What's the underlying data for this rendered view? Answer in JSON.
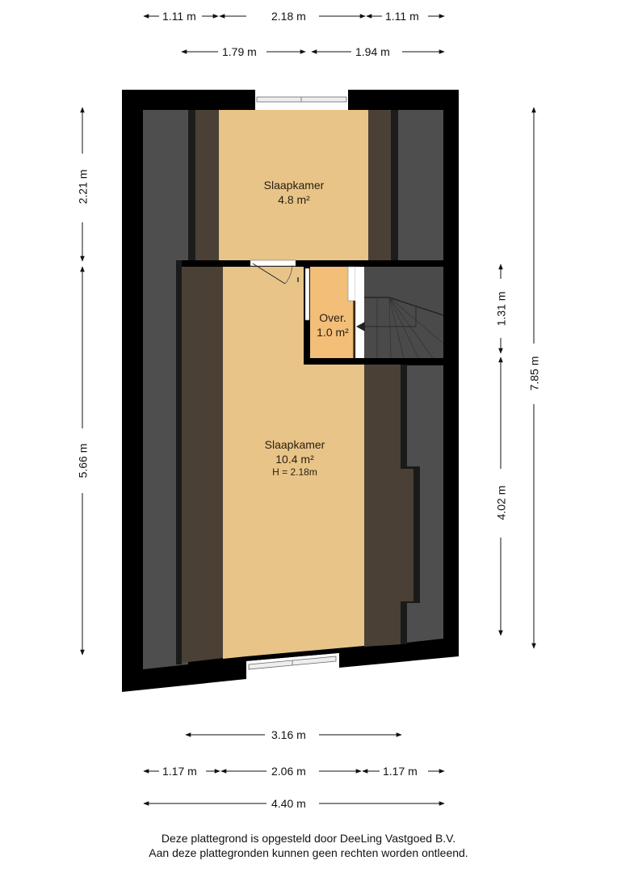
{
  "plan": {
    "colors": {
      "wall": "#000000",
      "room_floor": "#e8c488",
      "hall_floor": "#f2be78",
      "sloped_area": "#4a4035",
      "low_area": "#4e4e4e",
      "stair_bg": "#4a4a4a",
      "window": "#ffffff"
    },
    "rooms": [
      {
        "id": "bedroom-top",
        "name": "Slaapkamer",
        "area": "4.8 m²"
      },
      {
        "id": "landing",
        "name": "Over.",
        "area": "1.0 m²"
      },
      {
        "id": "bedroom-main",
        "name": "Slaapkamer",
        "area": "10.4 m²",
        "height": "H = 2.18m"
      }
    ]
  },
  "dimensions": {
    "top_row1": [
      "1.11 m",
      "2.18 m",
      "1.11 m"
    ],
    "top_row2": [
      "1.79 m",
      "1.94 m"
    ],
    "left": [
      "2.21 m",
      "5.66 m"
    ],
    "right_inner": [
      "1.31 m",
      "4.02 m"
    ],
    "right_outer": "7.85 m",
    "bottom_row1": "3.16 m",
    "bottom_row2": [
      "1.17 m",
      "2.06 m",
      "1.17 m"
    ],
    "bottom_row3": "4.40 m"
  },
  "footer": {
    "line1": "Deze plattegrond is opgesteld door DeeLing Vastgoed B.V.",
    "line2": "Aan deze plattegronden kunnen geen rechten worden ontleend."
  }
}
